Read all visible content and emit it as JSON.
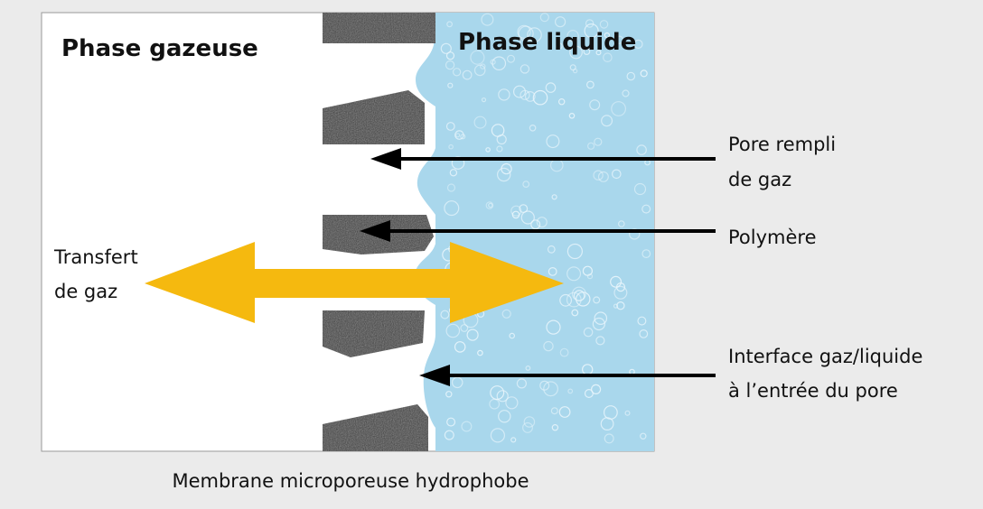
{
  "diagram": {
    "phase_gas": "Phase gazeuse",
    "phase_liquid": "Phase liquide",
    "transfer_line1": "Transfert",
    "transfer_line2": "de gaz",
    "pore_line1": "Pore rempli",
    "pore_line2": "de gaz",
    "polymer": "Polymère",
    "interface_line1": "Interface gaz/liquide",
    "interface_line2": "à l’entrée du pore",
    "caption": "Membrane microporeuse hydrophobe"
  },
  "colors": {
    "background": "#ebebeb",
    "gas_phase": "#ffffff",
    "liquid_phase": "#a9d7ec",
    "polymer": "#3a3a3a",
    "transfer_arrow": "#f5b90f",
    "pointer_arrow": "#000000"
  }
}
